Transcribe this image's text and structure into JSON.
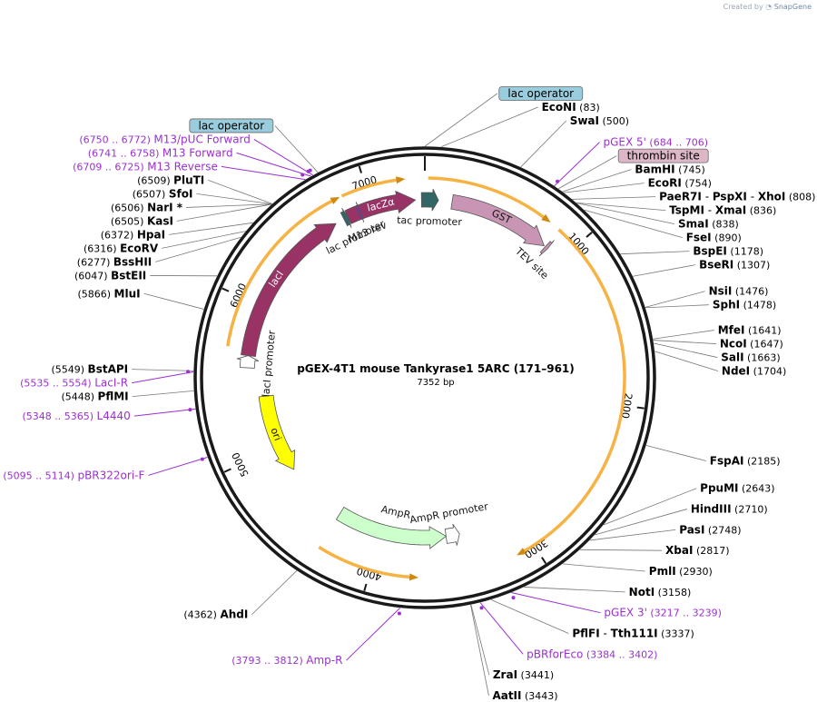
{
  "credit": {
    "prefix": "Created by",
    "brand": "SnapGene"
  },
  "center": {
    "title": "pGEX-4T1 mouse Tankyrase1 5ARC (171–961)",
    "length": "7352 bp"
  },
  "total_bp": 7352,
  "colors": {
    "backbone": "#1a1a1a",
    "orf_ring": "#f5a623",
    "enzyme_text": "#000000",
    "primer": "#9b30d0",
    "lacZ": "#993366",
    "lacI": "#993366",
    "GST": "#c896b4",
    "ori": "#ffff00",
    "AmpR": "#ccffcc",
    "operator_fill": "#99ccdd",
    "thrombin_fill": "#ddb7c8"
  },
  "ticks": [
    {
      "bp": 1000,
      "label": "1000"
    },
    {
      "bp": 2000,
      "label": "2000"
    },
    {
      "bp": 3000,
      "label": "3000"
    },
    {
      "bp": 4000,
      "label": "4000"
    },
    {
      "bp": 5000,
      "label": "5000"
    },
    {
      "bp": 6000,
      "label": "6000"
    },
    {
      "bp": 7000,
      "label": "7000"
    }
  ],
  "enzymes": [
    {
      "names": [
        "EcoNI"
      ],
      "pos": "(83)",
      "bp": 83
    },
    {
      "names": [
        "SwaI"
      ],
      "pos": "(500)",
      "bp": 500
    },
    {
      "names": [
        "BamHI"
      ],
      "pos": "(745)",
      "bp": 745
    },
    {
      "names": [
        "EcoRI"
      ],
      "pos": "(754)",
      "bp": 754
    },
    {
      "names": [
        "PaeR7I",
        "PspXI",
        "XhoI"
      ],
      "pos": "(808)",
      "bp": 808
    },
    {
      "names": [
        "TspMI",
        "XmaI"
      ],
      "pos": "(836)",
      "bp": 836
    },
    {
      "names": [
        "SmaI"
      ],
      "pos": "(838)",
      "bp": 838
    },
    {
      "names": [
        "FseI"
      ],
      "pos": "(890)",
      "bp": 890
    },
    {
      "names": [
        "BspEI"
      ],
      "pos": "(1178)",
      "bp": 1178
    },
    {
      "names": [
        "BseRI"
      ],
      "pos": "(1307)",
      "bp": 1307
    },
    {
      "names": [
        "NsiI"
      ],
      "pos": "(1476)",
      "bp": 1476
    },
    {
      "names": [
        "SphI"
      ],
      "pos": "(1478)",
      "bp": 1478
    },
    {
      "names": [
        "MfeI"
      ],
      "pos": "(1641)",
      "bp": 1641
    },
    {
      "names": [
        "NcoI"
      ],
      "pos": "(1647)",
      "bp": 1647
    },
    {
      "names": [
        "SalI"
      ],
      "pos": "(1663)",
      "bp": 1663
    },
    {
      "names": [
        "NdeI"
      ],
      "pos": "(1704)",
      "bp": 1704
    },
    {
      "names": [
        "FspAI"
      ],
      "pos": "(2185)",
      "bp": 2185
    },
    {
      "names": [
        "PpuMI"
      ],
      "pos": "(2643)",
      "bp": 2643
    },
    {
      "names": [
        "HindIII"
      ],
      "pos": "(2710)",
      "bp": 2710
    },
    {
      "names": [
        "PasI"
      ],
      "pos": "(2748)",
      "bp": 2748
    },
    {
      "names": [
        "XbaI"
      ],
      "pos": "(2817)",
      "bp": 2817
    },
    {
      "names": [
        "PmlI"
      ],
      "pos": "(2930)",
      "bp": 2930
    },
    {
      "names": [
        "NotI"
      ],
      "pos": "(3158)",
      "bp": 3158
    },
    {
      "names": [
        "PflFI",
        "Tth111I"
      ],
      "pos": "(3337)",
      "bp": 3337
    },
    {
      "names": [
        "ZraI"
      ],
      "pos": "(3441)",
      "bp": 3441
    },
    {
      "names": [
        "AatII"
      ],
      "pos": "(3443)",
      "bp": 3443
    },
    {
      "names": [
        "AhdI"
      ],
      "pos": "(4362)",
      "bp": 4362
    },
    {
      "names": [
        "MluI"
      ],
      "pos": "(5866)",
      "bp": 5866
    },
    {
      "names": [
        "BstEII"
      ],
      "pos": "(6047)",
      "bp": 6047
    },
    {
      "names": [
        "BssHII"
      ],
      "pos": "(6277)",
      "bp": 6277
    },
    {
      "names": [
        "EcoRV"
      ],
      "pos": "(6316)",
      "bp": 6316
    },
    {
      "names": [
        "HpaI"
      ],
      "pos": "(6372)",
      "bp": 6372
    },
    {
      "names": [
        "KasI"
      ],
      "pos": "(6505)",
      "bp": 6505
    },
    {
      "names": [
        "NarI *"
      ],
      "pos": "(6506)",
      "bp": 6506
    },
    {
      "names": [
        "SfoI"
      ],
      "pos": "(6507)",
      "bp": 6507
    },
    {
      "names": [
        "PluTI"
      ],
      "pos": "(6509)",
      "bp": 6509
    },
    {
      "names": [
        "BstAPI"
      ],
      "pos": "(5549)",
      "bp": 5549
    },
    {
      "names": [
        "PflMI"
      ],
      "pos": "(5448)",
      "bp": 5448
    }
  ],
  "primers": [
    {
      "name": "pGEX 5'",
      "range": "(684 .. 706)",
      "bp": 695
    },
    {
      "name": "pGEX 3'",
      "range": "(3217 .. 3239)",
      "bp": 3228
    },
    {
      "name": "pBRforEco",
      "range": "(3384 .. 3402)",
      "bp": 3393
    },
    {
      "name": "Amp-R",
      "range": "(3793 .. 3812)",
      "bp": 3802
    },
    {
      "name": "pBR322ori-F",
      "range": "(5095 .. 5114)",
      "bp": 5104
    },
    {
      "name": "L4440",
      "range": "(5348 .. 5365)",
      "bp": 5356
    },
    {
      "name": "LacI-R",
      "range": "(5535 .. 5554)",
      "bp": 5544
    },
    {
      "name": "M13 Reverse",
      "range": "(6709 .. 6725)",
      "bp": 6717
    },
    {
      "name": "M13 Forward",
      "range": "(6741 .. 6758)",
      "bp": 6750
    },
    {
      "name": "M13/pUC Forward",
      "range": "(6750 .. 6772)",
      "bp": 6761
    }
  ],
  "boxes": [
    {
      "label": "lac operator",
      "bp": 1,
      "kind": "operator"
    },
    {
      "label": "thrombin site",
      "bp": 720,
      "kind": "thrombin"
    },
    {
      "label": "lac operator",
      "bp": 6790,
      "kind": "operator"
    }
  ],
  "features": [
    {
      "label": "GST",
      "start": 180,
      "end": 860,
      "color": "#c896b4",
      "dir": 1,
      "label_side": "inside_band"
    },
    {
      "label": "lacZα",
      "start": 6830,
      "end": 7290,
      "color": "#993366",
      "dir": 1,
      "label_side": "inside_band"
    },
    {
      "label": "lacI",
      "start": 5660,
      "end": 6740,
      "color": "#993366",
      "dir": 1,
      "label_side": "inside_band"
    },
    {
      "label": "ori",
      "start": 4800,
      "end": 5380,
      "color": "#ffff00",
      "dir": -1,
      "label_side": "inside_band"
    },
    {
      "label": "AmpR",
      "start": 3520,
      "end": 4330,
      "color": "#ccffcc",
      "dir": -1,
      "label_side": "inner"
    },
    {
      "label": "tac promoter",
      "start": 7330,
      "end": 90,
      "color": "#336666",
      "dir": 1,
      "label_side": "inner"
    },
    {
      "label": "lac promoter",
      "start": 6800,
      "end": 6830,
      "color": "#336666",
      "dir": 1,
      "label_side": "inner"
    },
    {
      "label": "M13 rev",
      "start": 6905,
      "end": 6920,
      "color": "#7733aa",
      "dir": 1,
      "label_side": "inner"
    },
    {
      "label": "TEV site",
      "start": 870,
      "end": 890,
      "color": "#c896b4",
      "dir": 1,
      "label_side": "inner"
    },
    {
      "label": "AmpR promoter",
      "start": 3420,
      "end": 3520,
      "color": "#ffffff",
      "dir": -1,
      "label_side": "inner"
    },
    {
      "label": "lacI promoter",
      "start": 5580,
      "end": 5660,
      "color": "#ffffff",
      "dir": 1,
      "label_side": "inner"
    }
  ]
}
